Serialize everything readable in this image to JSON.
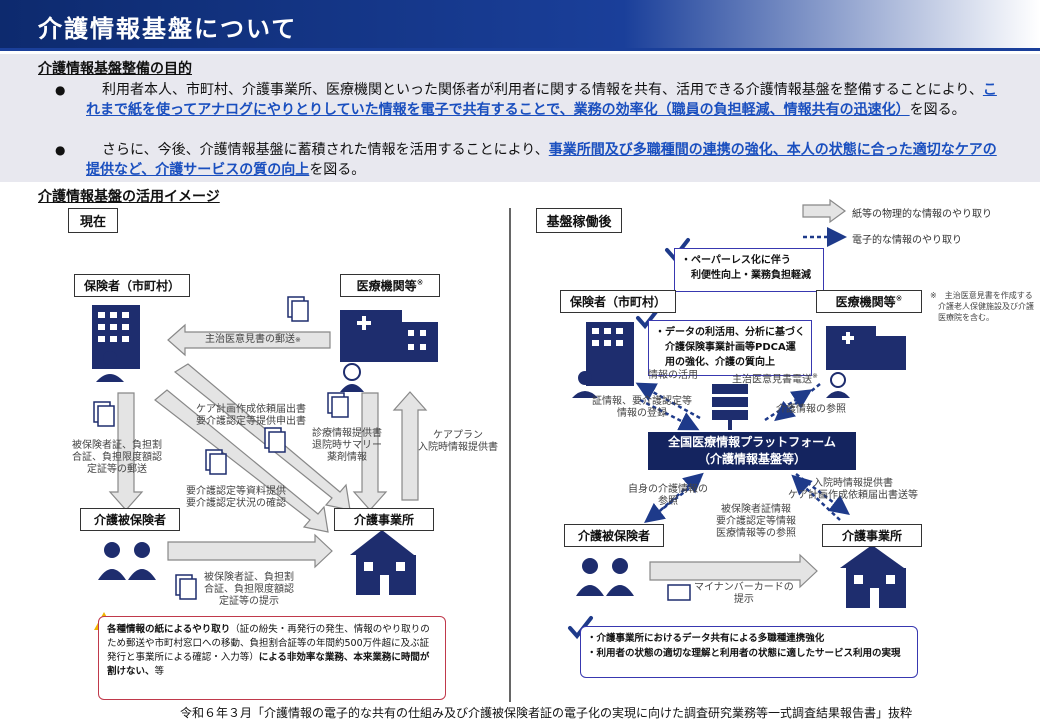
{
  "header": {
    "title": "介護情報基盤について"
  },
  "purpose": {
    "heading": "介護情報基盤整備の目的",
    "b1_pre": "利用者本人、市町村、介護事業所、医療機関といった関係者が利用者に関する情報を共有、活用できる介護情報基盤を整備することにより、",
    "b1_hl": "これまで紙を使ってアナログにやりとりしていた情報を電子で共有することで、業務の効率化（職員の負担軽減、情報共有の迅速化）",
    "b1_post": "を図る。",
    "b2_pre": "さらに、今後、介護情報基盤に蓄積された情報を活用することにより、",
    "b2_hl": "事業所間及び多職種間の連携の強化、本人の状態に合った適切なケアの提供など、介護サービスの質の向上",
    "b2_post": "を図る。"
  },
  "usage": {
    "heading": "介護情報基盤の活用イメージ"
  },
  "current": {
    "tag": "現在",
    "insurer": "保険者（市町村）",
    "medical": "医療機関等",
    "medical_mark": "※",
    "insured": "介護被保険者",
    "office": "介護事業所",
    "f1": "主治医意見書の郵送",
    "f1_mark": "※",
    "f2": "ケア計画作成依頼届出書\n要介護認定等提供申出書",
    "f3": "被保険者証、負担割\n合証、負担限度額認\n定証等の郵送",
    "f4": "要介護認定等資料提供\n要介護認定状況の確認",
    "f5": "診療情報提供書\n退院時サマリー\n薬剤情報",
    "f6": "ケアプラン\n入院時情報提供書",
    "f7": "被保険者証、負担割\n合証、負担限度額認\n定証等の提示",
    "warn_title": "各種情報の紙によるやり取り",
    "warn_body": "（証の紛失・再発行の発生、情報のやり取りのため郵送や市町村窓口への移動、負担割合証等の年間約500万件超に及ぶ証発行と事業所による確認・入力等）",
    "warn_bold": "による非効率な業務、本来業務に時間が割けない、",
    "warn_end": "等"
  },
  "future": {
    "tag": "基盤稼働後",
    "legend_paper": "紙等の物理的な情報のやり取り",
    "legend_elec": "電子的な情報のやり取り",
    "insurer": "保険者（市町村）",
    "medical": "医療機関等",
    "medical_mark": "※",
    "note": "※　主治医意見書を作成する\n　介護老人保健施設及び介護\n　医療院を含む。",
    "box1": "・ペーパーレス化に伴う\n　利便性向上・業務負担軽減",
    "box2": "・データの利活用、分析に基づく\n　介護保険事業計画等PDCA運\n　用の強化、介護の質向上",
    "platform_l1": "全国医療情報プラットフォーム",
    "platform_l2": "（介護情報基盤等）",
    "f_use": "情報の活用",
    "f_reg": "証情報、要介護認定等\n情報の登録",
    "f_send": "主治医意見書電送",
    "f_send_mark": "※",
    "f_ref": "介護情報の参照",
    "f_self": "自身の介護情報の\n参照",
    "f_office": "入院時情報提供書\nケア計画作成依頼届出書送等",
    "f_office2": "被保険者証情報\n要介護認定等情報\n医療情報等の参照",
    "insured": "介護被保険者",
    "office": "介護事業所",
    "mynumber": "マイナンバーカードの\n提示",
    "bottom1": "・介護事業所におけるデータ共有による多職種連携強化",
    "bottom2": "・利用者の状態の適切な理解と利用者の状態に適したサービス利用の実現"
  },
  "footer": "令和６年３月「介護情報の電子的な共有の仕組み及び介護被保険者証の電子化の実現に向けた調査研究業務等一式調査結果報告書」抜粋"
}
